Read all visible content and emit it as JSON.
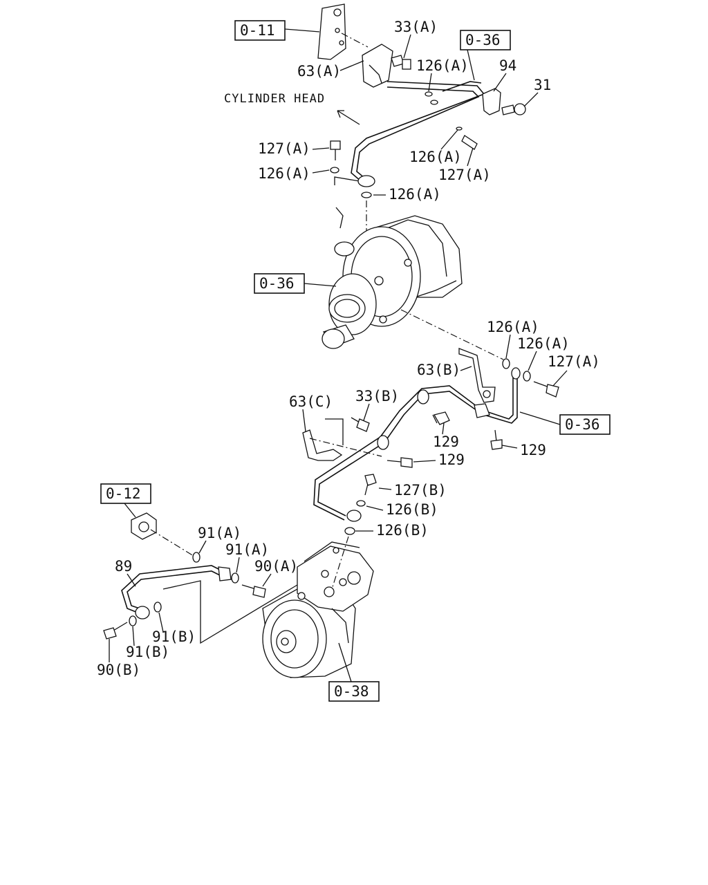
{
  "ref_boxes": {
    "r0_11": "0-11",
    "r0_36_top": "0-36",
    "r0_36_mid": "0-36",
    "r0_36_right": "0-36",
    "r0_12": "0-12",
    "r0_38": "0-38"
  },
  "direction_label": "CYLINDER HEAD",
  "callouts": {
    "c33a": "33(A)",
    "c63a": "63(A)",
    "c126a_1": "126(A)",
    "c94": "94",
    "c31": "31",
    "c127a_1": "127(A)",
    "c126a_2": "126(A)",
    "c126a_3": "126(A)",
    "c127a_2": "127(A)",
    "c126a_4": "126(A)",
    "c126a_5": "126(A)",
    "c126a_6": "126(A)",
    "c63b": "63(B)",
    "c127a_3": "127(A)",
    "c63c": "63(C)",
    "c33b": "33(B)",
    "c129_1": "129",
    "c129_2": "129",
    "c129_3": "129",
    "c127b": "127(B)",
    "c126b_1": "126(B)",
    "c126b_2": "126(B)",
    "c91a_1": "91(A)",
    "c91a_2": "91(A)",
    "c90a": "90(A)",
    "c89": "89",
    "c91b_1": "91(B)",
    "c91b_2": "91(B)",
    "c90b": "90(B)"
  }
}
